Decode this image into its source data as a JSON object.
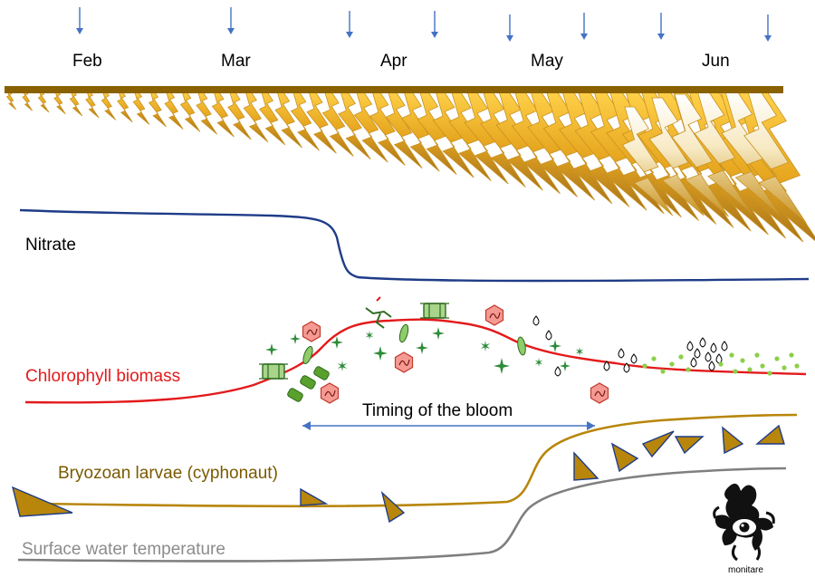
{
  "months": [
    "Feb",
    "Mar",
    "Apr",
    "May",
    "Jun"
  ],
  "labels": {
    "nitrate": "Nitrate",
    "chlorophyll": "Chlorophyll biomass",
    "bloom_timing": "Timing of the bloom",
    "bryozoan": "Bryozoan larvae (cyphonaut)",
    "temperature": "Surface water temperature"
  },
  "logo": {
    "text": "monitare"
  },
  "colors": {
    "sample_arrow": "#4472c4",
    "surface_bar": "#8a6100",
    "zooid_gold": "#f0b428",
    "nitrate_line": "#1f3c88",
    "chlorophyll_line": "#e31a1c",
    "bryozoan_line": "#b8860b",
    "temperature_line": "#7f7f7f",
    "bloom_arrow": "#4472c4",
    "phyto_green": "#5aa02c",
    "dinoflagellate_red": "#e8504a"
  },
  "icons": [
    "sample-arrow-icon",
    "bryozoan-colony-icon",
    "diatom-icon",
    "dinoflagellate-icon",
    "cyphonaut-larva-icon",
    "monitare-logo-icon"
  ]
}
